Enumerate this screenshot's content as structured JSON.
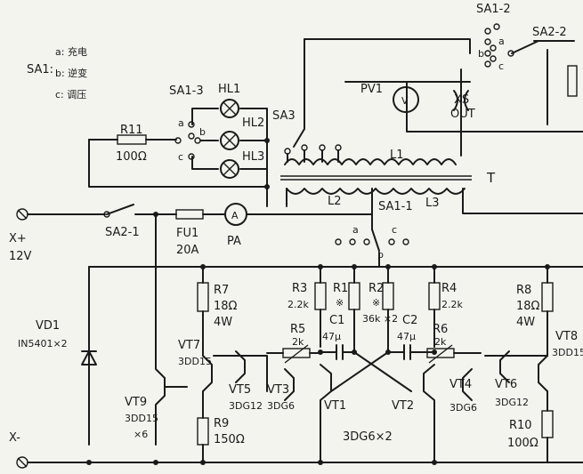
{
  "legend": {
    "prefix": "SA1:",
    "items": [
      "a: 充电",
      "b: 逆变",
      "c: 调压"
    ]
  },
  "switches": {
    "sa1_2": "SA1-2",
    "sa2_2": "SA2-2",
    "sa1_3": "SA1-3",
    "sa3": "SA3",
    "sa2_1": "SA2-1",
    "sa1_1": "SA1-1",
    "pos_a": "a",
    "pos_b": "b",
    "pos_c": "c"
  },
  "lamps": {
    "hl1": "HL1",
    "hl2": "HL2",
    "hl3": "HL3"
  },
  "meters": {
    "pv": "PV1",
    "pv_sym": "V",
    "pa": "PA",
    "pa_sym": "A"
  },
  "output": {
    "name": "XS",
    "label": "OUT"
  },
  "transformer": {
    "name": "T",
    "l1": "L1",
    "l2": "L2",
    "l3": "L3"
  },
  "terminals": {
    "xplus": "X+",
    "voltage": "12V",
    "xminus": "X-"
  },
  "fuse": {
    "name": "FU1",
    "rating": "20A"
  },
  "resistors": {
    "r11": {
      "name": "R11",
      "value": "100Ω"
    },
    "r7": {
      "name": "R7",
      "value": "18Ω",
      "power": "4W"
    },
    "r3": {
      "name": "R3",
      "value": "2.2k"
    },
    "r1": {
      "name": "R1",
      "value": "※"
    },
    "r2": {
      "name": "R2",
      "value": "※"
    },
    "r4": {
      "name": "R4",
      "value": "2.2k"
    },
    "r8": {
      "name": "R8",
      "value": "18Ω",
      "power": "4W"
    },
    "r5": {
      "name": "R5",
      "value": "2k"
    },
    "r6": {
      "name": "R6",
      "value": "2k"
    },
    "r9": {
      "name": "R9",
      "value": "150Ω"
    },
    "r10": {
      "name": "R10",
      "value": "100Ω"
    }
  },
  "capacitors": {
    "c1": {
      "name": "C1",
      "value": "47μ"
    },
    "c2": {
      "name": "C2",
      "value": "47μ"
    },
    "shared": "36k ×2"
  },
  "diode": {
    "name": "VD1",
    "part": "IN5401×2"
  },
  "transistors": {
    "vt7": {
      "name": "VT7",
      "part": "3DD15"
    },
    "vt9": {
      "name": "VT9",
      "part": "3DD15",
      "qty": "×6"
    },
    "vt5": {
      "name": "VT5",
      "part": "3DG12"
    },
    "vt3": {
      "name": "VT3",
      "part": "3DG6"
    },
    "vt1": {
      "name": "VT1"
    },
    "vt2": {
      "name": "VT2"
    },
    "pair": "3DG6×2",
    "vt4": {
      "name": "VT4",
      "part": "3DG6"
    },
    "vt6": {
      "name": "VT6",
      "part": "3DG12"
    },
    "vt8": {
      "name": "VT8",
      "part": "3DD15"
    }
  }
}
